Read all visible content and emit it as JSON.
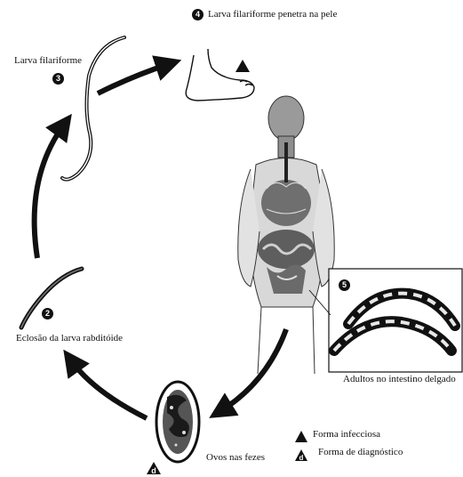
{
  "stages": [
    {
      "number": "4",
      "label": "Larva filariforme penetra na pele"
    },
    {
      "number": "3",
      "label": "Larva filariforme"
    },
    {
      "number": "2",
      "label": "Eclosão da larva rabditóide"
    },
    {
      "number": "5",
      "label": "Adultos no intestino delgado"
    },
    {
      "number": "",
      "label": "Ovos nas fezes"
    }
  ],
  "legend": [
    {
      "symbol": "triangle-filled-icon",
      "label": "Forma infecciosa"
    },
    {
      "symbol": "triangle-d-icon",
      "label": "Forma de diagnóstico",
      "symbol_letter": "d"
    }
  ],
  "colors": {
    "ink": "#111111",
    "paper": "#ffffff",
    "body_gray": "#9a9a9a"
  }
}
